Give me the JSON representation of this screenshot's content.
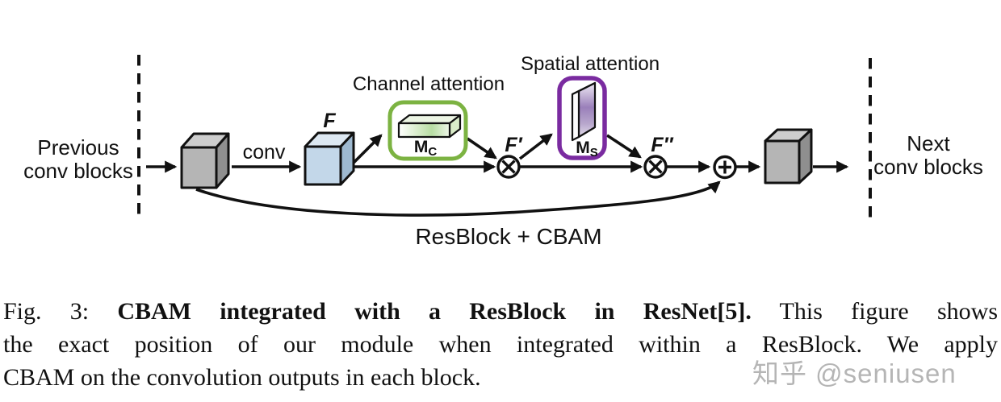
{
  "figure": {
    "diagram": {
      "boundary_left_label": {
        "line1": "Previous",
        "line2": "conv blocks"
      },
      "boundary_right_label": {
        "line1": "Next",
        "line2": "conv blocks"
      },
      "conv_label": "conv",
      "feature_labels": {
        "f": "F",
        "f_prime": "F′",
        "f_double_prime": "F″"
      },
      "channel_attention": {
        "title": "Channel attention",
        "map_base": "M",
        "map_sub": "C"
      },
      "spatial_attention": {
        "title": "Spatial attention",
        "map_base": "M",
        "map_sub": "S"
      },
      "bottom_label": "ResBlock + CBAM",
      "operators": {
        "multiply": "circled-times",
        "add": "circled-plus"
      },
      "colors": {
        "channel_box_green": "#7CB342",
        "spatial_box_purple": "#7A2BA0",
        "cube_gray_front": "#B5B5B5",
        "cube_gray_top": "#CDCDCD",
        "cube_gray_side": "#8F8F8F",
        "cube_blue_front": "#C3D7E9",
        "cube_blue_top": "#DDE8F2",
        "cube_blue_side": "#9EB9D0",
        "line": "#111111"
      }
    },
    "caption": {
      "prefix": "Fig. 3: ",
      "bold": "CBAM integrated with a ResBlock in ResNet[5].",
      "line1_rest": " This figure shows",
      "line2": "the exact position of our module when integrated within a ResBlock. We apply",
      "line3": "CBAM on the convolution outputs in each block."
    },
    "watermark": "知乎 @seniusen"
  }
}
